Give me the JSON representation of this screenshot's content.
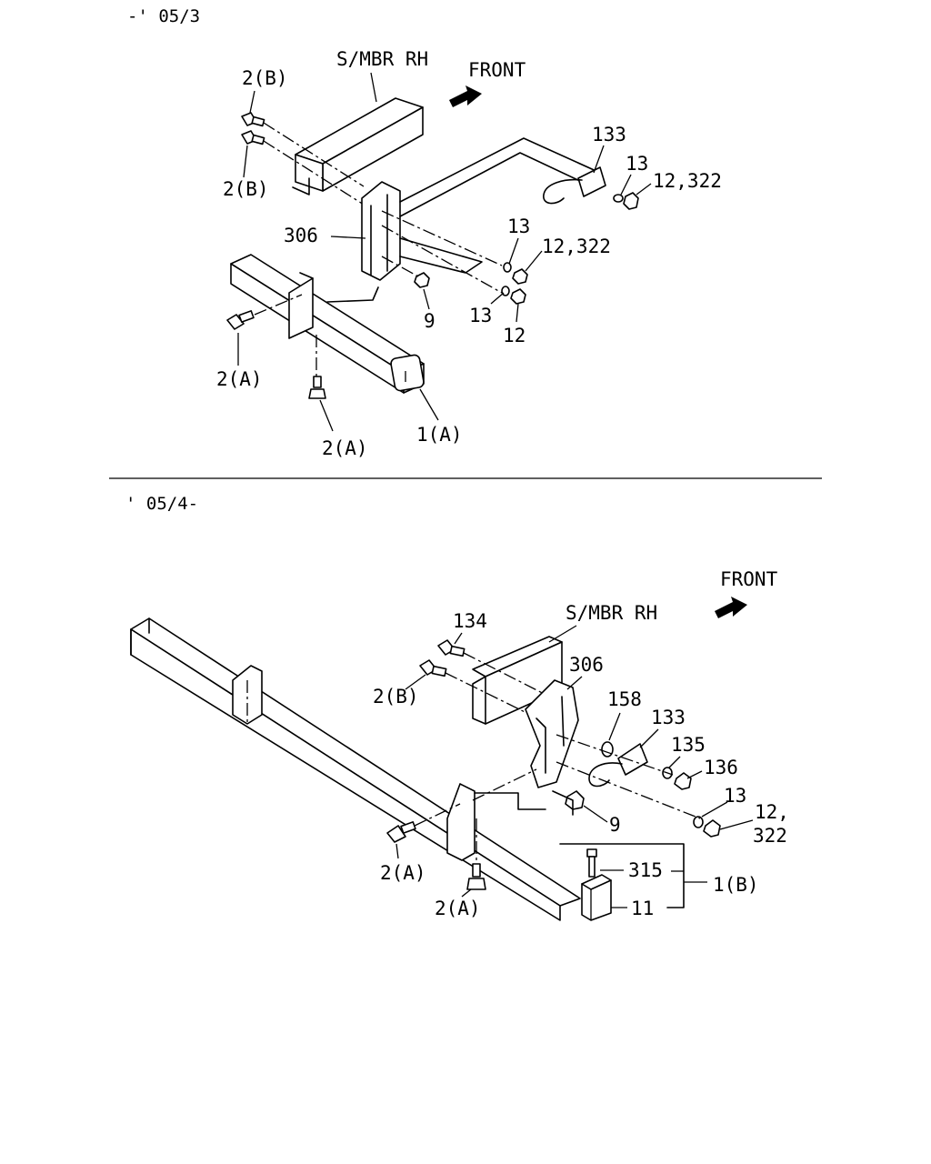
{
  "diagram": {
    "sections": [
      {
        "id": "early",
        "range_label": "-' 05/3",
        "labels": {
          "front": "FRONT",
          "side_member": "S/MBR RH",
          "bolt_top_a": "2(B)",
          "bolt_top_b": "2(B)",
          "hook": "133",
          "lock_washer_upper": "13",
          "nut_upper": "12,322",
          "bracket": "306",
          "lock_washer_mid": "13",
          "nut_mid": "12,322",
          "nut_bracket": "9",
          "lock_washer_low": "13",
          "nut_low": "12",
          "bolt_side": "2(A)",
          "bolt_bottom": "2(A)",
          "crossmember": "1(A)"
        }
      },
      {
        "id": "late",
        "range_label": "' 05/4-",
        "labels": {
          "front": "FRONT",
          "side_member": "S/MBR RH",
          "bolt_134": "134",
          "bolt_top": "2(B)",
          "bracket": "306",
          "washer_158": "158",
          "hook": "133",
          "washer_135": "135",
          "nut_136": "136",
          "lock_washer": "13",
          "nut_line1": "12,",
          "nut_line2": "322",
          "nut_bracket": "9",
          "bolt_315": "315",
          "block_11": "11",
          "assembly": "1(B)",
          "bolt_side": "2(A)",
          "bolt_bottom": "2(A)"
        }
      }
    ]
  }
}
